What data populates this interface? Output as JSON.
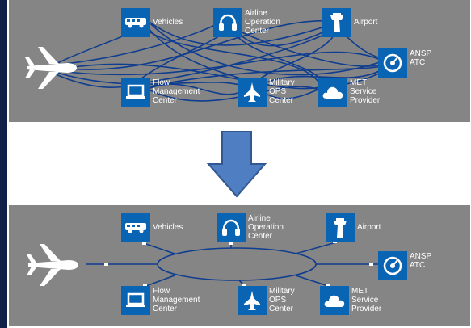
{
  "colors": {
    "panel": "#858585",
    "icon_bg": "#0a64b4",
    "link": "#0f3d8f",
    "arrow_fill": "#4f7fc2",
    "arrow_stroke": "#31588f",
    "plane": "#ffffff",
    "left_strip": "#0f2148"
  },
  "nodes": {
    "vehicles": {
      "icon": "bus-icon",
      "lines": [
        "Vehicles"
      ]
    },
    "airline": {
      "icon": "headset-icon",
      "lines": [
        "Airline",
        "Operation",
        "Center"
      ]
    },
    "airport": {
      "icon": "control-tower-icon",
      "lines": [
        "Airport"
      ]
    },
    "ansp": {
      "icon": "radar-dish-icon",
      "lines": [
        "ANSP",
        "ATC"
      ]
    },
    "flow": {
      "icon": "laptop-icon",
      "lines": [
        "Flow",
        "Management",
        "Center"
      ]
    },
    "military": {
      "icon": "fighter-jet-icon",
      "lines": [
        "Military",
        "OPS",
        "Center"
      ]
    },
    "met": {
      "icon": "cloud-icon",
      "lines": [
        "MET",
        "Service",
        "Provider"
      ]
    }
  },
  "before": {
    "topology": "point-to-point"
  },
  "after": {
    "topology": "shared-ring"
  },
  "transition_arrow": {
    "icon": "down-arrow-icon",
    "direction": "down"
  }
}
